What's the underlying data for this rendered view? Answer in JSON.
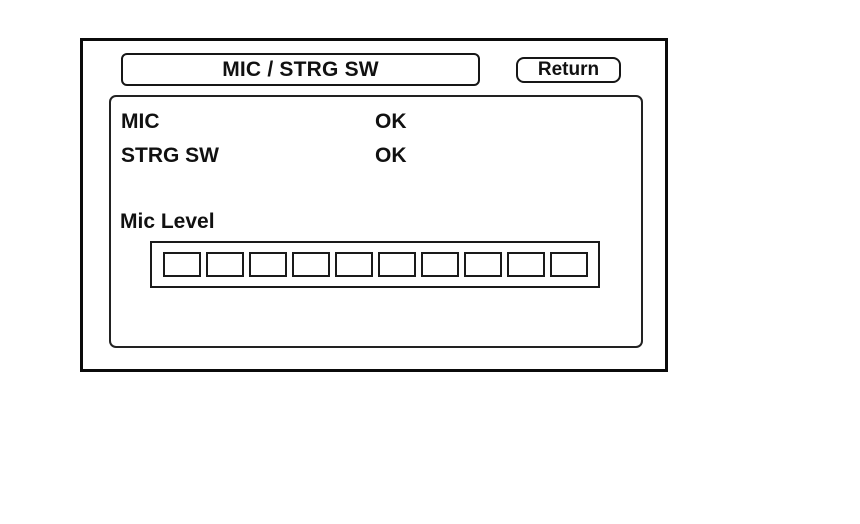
{
  "screen": {
    "title": "MIC / STRG SW",
    "return_button_label": "Return"
  },
  "status": {
    "rows": [
      {
        "label": "MIC",
        "value": "OK"
      },
      {
        "label": "STRG SW",
        "value": "OK"
      }
    ]
  },
  "mic_level": {
    "label": "Mic Level",
    "segment_count": 10,
    "segments_filled": 0
  },
  "colors": {
    "line": "#111111",
    "background": "#ffffff",
    "segment_fill": "#111111"
  }
}
